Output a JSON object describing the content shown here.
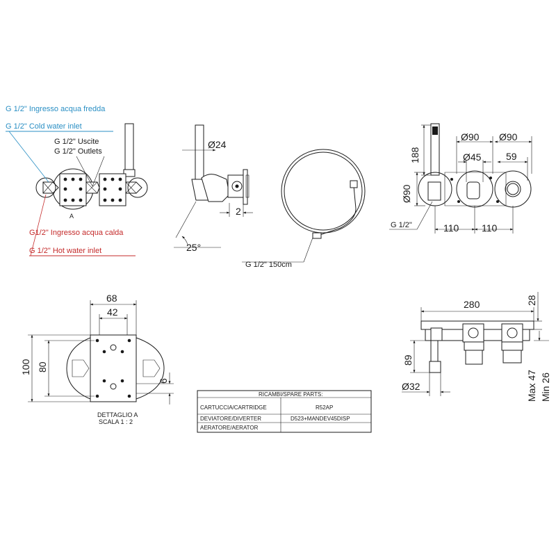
{
  "labels": {
    "cold_it": "G 1/2\" Ingresso acqua fredda",
    "cold_en": "G 1/2\" Cold water inlet",
    "outlets_it": "G 1/2\" Uscite",
    "outlets_en": "G 1/2\" Outlets",
    "detail_marker": "A",
    "hot_it": "G1/2\" Ingresso acqua calda",
    "hot_en": "G 1/2\" Hot water inlet",
    "hose": "G 1/2\" 150cm",
    "detail_title": "DETTAGLIO A",
    "detail_scale": "SCALA 1 : 2",
    "connection": "G 1/2\""
  },
  "colors": {
    "cold": "#2a8fc4",
    "hot": "#c42a2a",
    "line": "#1a1a1a"
  },
  "dimensions": {
    "side_dia": "Ø24",
    "side_depth": "2",
    "side_angle": "25°",
    "front_height": "188",
    "front_plate_dia": "Ø90",
    "front_top_dia_1": "Ø90",
    "front_top_dia_2": "Ø90",
    "front_center_dia": "Ø45",
    "front_right_dim": "59",
    "front_spacing_1": "110",
    "front_spacing_2": "110",
    "detail_width_outer": "68",
    "detail_width_inner": "42",
    "detail_height_outer": "100",
    "detail_height_inner": "80",
    "detail_thickness": "6",
    "plan_width": "280",
    "plan_top": "28",
    "plan_spout": "89",
    "plan_dia": "Ø32",
    "plan_max": "Max 47",
    "plan_min": "Min 26"
  },
  "spare_parts": {
    "title": "RICAMBI/SPARE PARTS:",
    "rows": [
      {
        "part": "CARTUCCIA/CARTRIDGE",
        "code": "R52AP"
      },
      {
        "part": "DEVIATORE/DIVERTER",
        "code": "D523+MANDEV45DISP"
      },
      {
        "part": "AERATORE/AERATOR",
        "code": ""
      }
    ]
  }
}
